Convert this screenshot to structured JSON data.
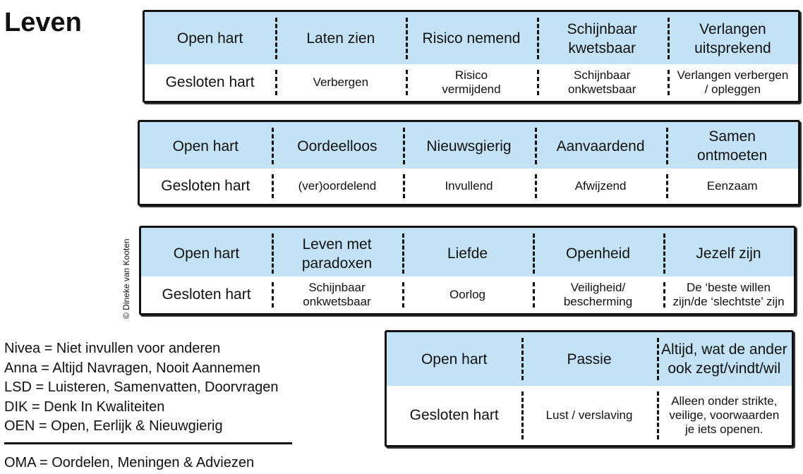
{
  "title": "Leven",
  "copyright": "© Dineke van Kooten",
  "blocks": [
    {
      "open": [
        "Open hart",
        "Laten zien",
        "Risico nemend",
        "Schijnbaar\nkwetsbaar",
        "Verlangen\nuitsprekend"
      ],
      "closed": [
        "Gesloten hart",
        "Verbergen",
        "Risico\nvermijdend",
        "Schijnbaar\nonkwetsbaar",
        "Verlangen verbergen\n/ opleggen"
      ]
    },
    {
      "open": [
        "Open hart",
        "Oordeelloos",
        "Nieuwsgierig",
        "Aanvaardend",
        "Samen\nontmoeten"
      ],
      "closed": [
        "Gesloten hart",
        "(ver)oordelend",
        "Invullend",
        "Afwijzend",
        "Eenzaam"
      ]
    },
    {
      "open": [
        "Open hart",
        "Leven met\nparadoxen",
        "Liefde",
        "Openheid",
        "Jezelf zijn"
      ],
      "closed": [
        "Gesloten hart",
        "Schijnbaar\nonkwetsbaar",
        "Oorlog",
        "Veiligheid/\nbescherming",
        "De ‘beste willen\nzijn/de ‘slechtste’ zijn"
      ]
    },
    {
      "open": [
        "Open hart",
        "Passie",
        "Altijd, wat de ander\nook zegt/vindt/wil"
      ],
      "closed": [
        "Gesloten hart",
        "Lust / verslaving",
        "Alleen onder strikte,\nveilige, voorwaarden\nje iets openen."
      ]
    }
  ],
  "legend": [
    "Nivea = Niet invullen voor anderen",
    "Anna = Altijd Navragen, Nooit Aannemen",
    "LSD = Luisteren, Samenvatten, Doorvragen",
    "DIK = Denk In Kwaliteiten",
    "OEN = Open, Eerlijk & Nieuwgierig"
  ],
  "legend_footer": "OMA = Oordelen, Meningen & Adviezen"
}
